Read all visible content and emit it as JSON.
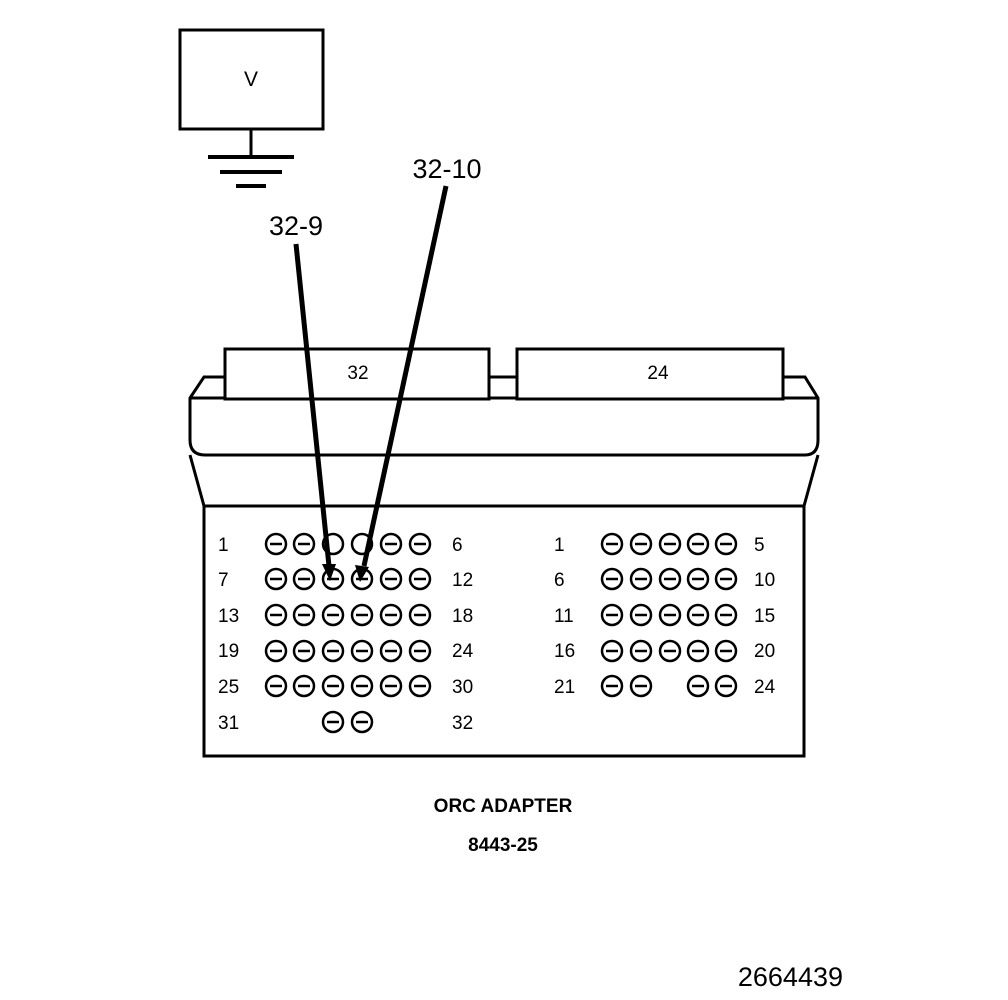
{
  "meter": {
    "label": "V"
  },
  "probes": [
    {
      "label": "32-9"
    },
    {
      "label": "32-10"
    }
  ],
  "connectors": [
    {
      "tab_label": "32",
      "rows": [
        {
          "left": "1",
          "right": "6"
        },
        {
          "left": "7",
          "right": "12"
        },
        {
          "left": "13",
          "right": "18"
        },
        {
          "left": "19",
          "right": "24"
        },
        {
          "left": "25",
          "right": "30"
        },
        {
          "left": "31",
          "right": "32"
        }
      ]
    },
    {
      "tab_label": "24",
      "rows": [
        {
          "left": "1",
          "right": "5"
        },
        {
          "left": "6",
          "right": "10"
        },
        {
          "left": "11",
          "right": "15"
        },
        {
          "left": "16",
          "right": "20"
        },
        {
          "left": "21",
          "right": "24"
        }
      ]
    }
  ],
  "adapter": {
    "name": "ORC ADAPTER",
    "part_number": "8443-25"
  },
  "figure_id": "2664439"
}
